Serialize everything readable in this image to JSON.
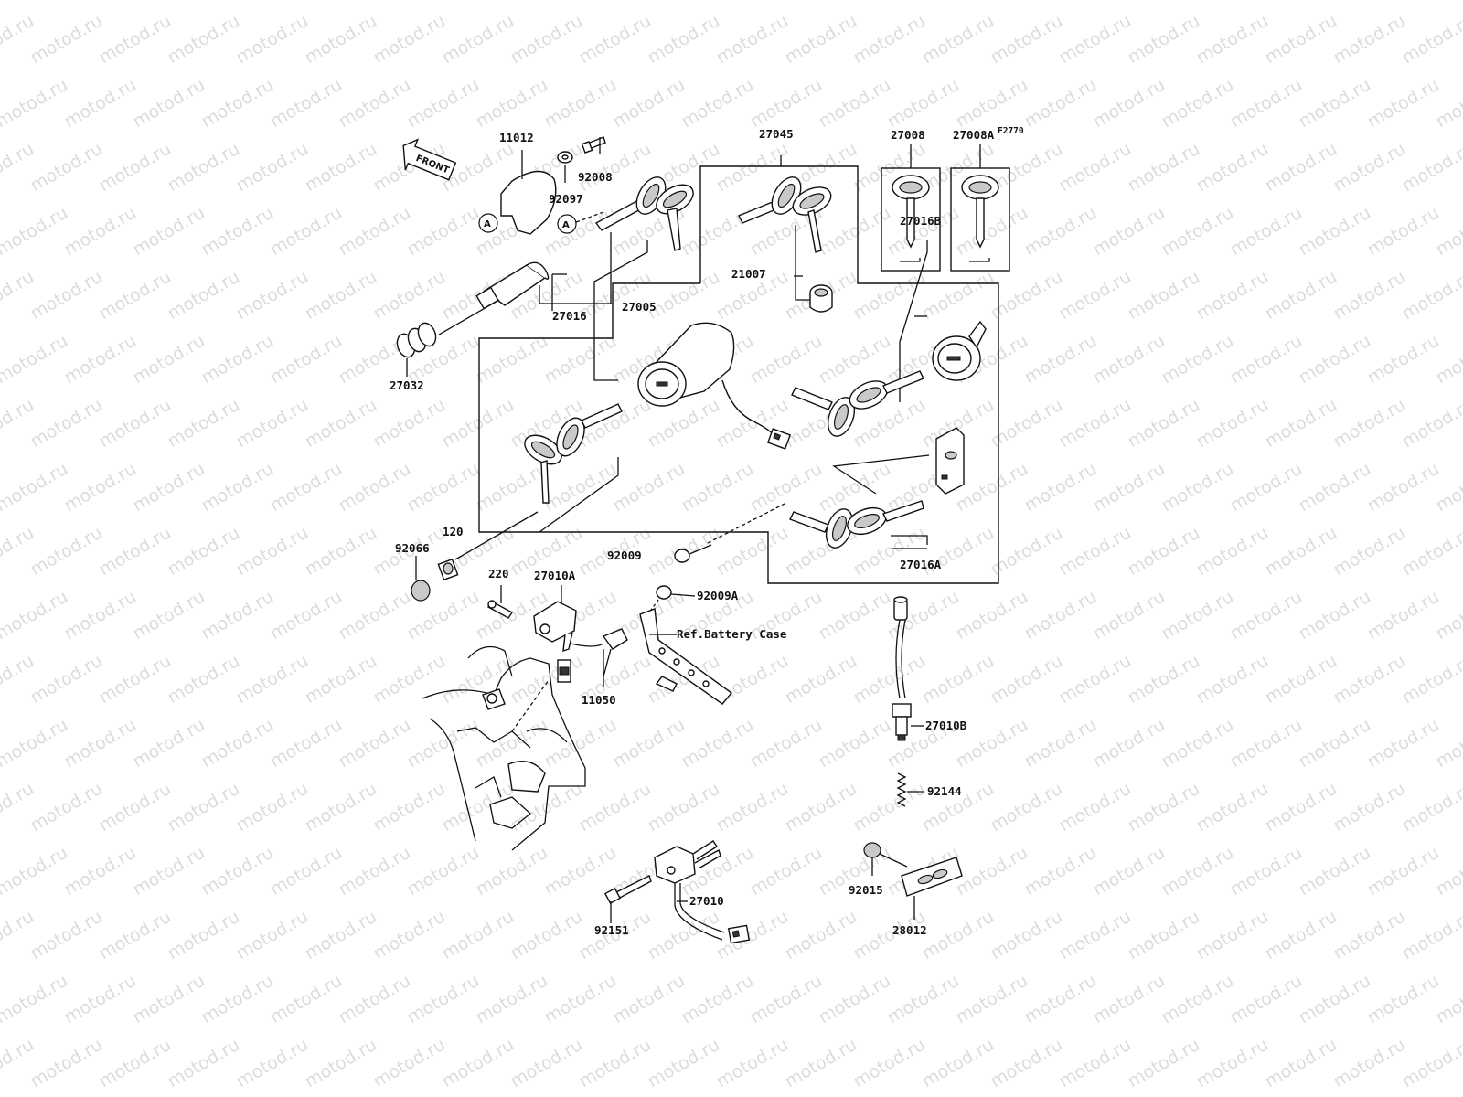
{
  "watermark": "motod.ru",
  "colors": {
    "line": "#111111",
    "watermark": "#d9dde0",
    "background": "#ffffff"
  },
  "badge": {
    "front": "FRONT",
    "sheet_code": "F2770",
    "ref_letter": "A"
  },
  "labels": {
    "p11012": "11012",
    "p92008": "92008",
    "p92097": "92097",
    "p27045": "27045",
    "p27008": "27008",
    "p27008A": "27008A",
    "p21007": "21007",
    "p27016": "27016",
    "p27005": "27005",
    "p27016B": "27016B",
    "p27032": "27032",
    "p120": "120",
    "p92066": "92066",
    "p92009": "92009",
    "p27016A": "27016A",
    "p220": "220",
    "p27010A": "27010A",
    "p92009A": "92009A",
    "ref_battery": "Ref.Battery Case",
    "p11050": "11050",
    "p27010B": "27010B",
    "p92144": "92144",
    "p92015": "92015",
    "p28012": "28012",
    "p92151": "92151",
    "p27010": "27010"
  }
}
